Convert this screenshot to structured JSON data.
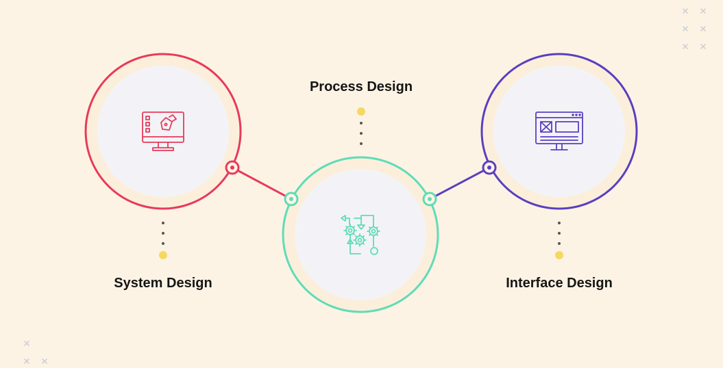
{
  "diagram": {
    "nodes": [
      {
        "id": "system",
        "label": "System Design",
        "icon": "monitor-pen-icon",
        "color": "#e83a5a"
      },
      {
        "id": "process",
        "label": "Process Design",
        "icon": "gears-flow-icon",
        "color": "#5fdcb6"
      },
      {
        "id": "interface",
        "label": "Interface Design",
        "icon": "browser-window-icon",
        "color": "#5a3fbf"
      }
    ],
    "connector_dot_color": "#f5d860"
  }
}
